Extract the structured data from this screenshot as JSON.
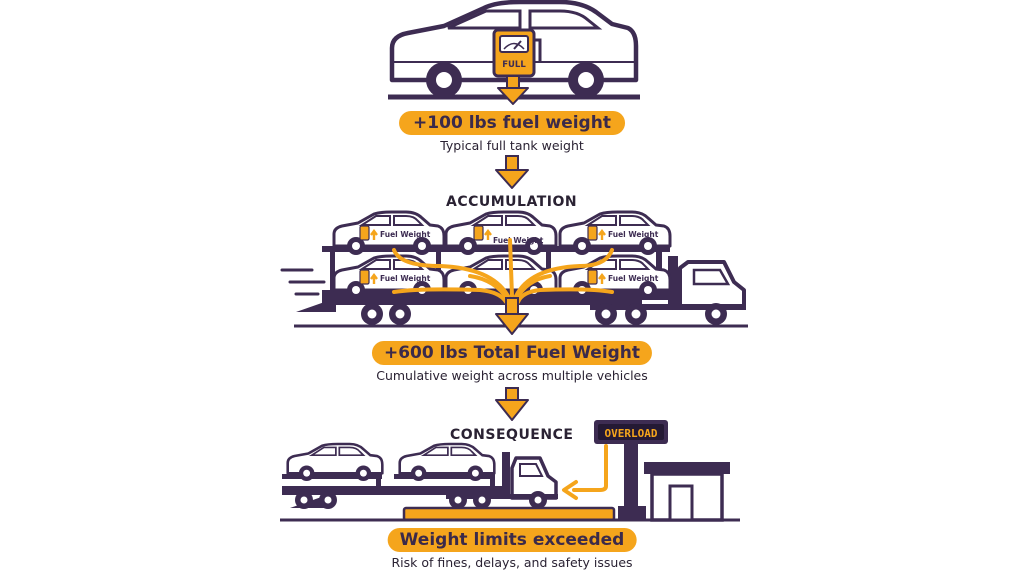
{
  "top": {
    "gauge_label": "FULL",
    "headline": "+100 lbs fuel weight",
    "caption": "Typical full tank weight"
  },
  "accumulation": {
    "heading": "ACCUMULATION",
    "car_badge": "Fuel Weight",
    "headline": "+600 lbs Total Fuel Weight",
    "caption": "Cumulative weight across multiple vehicles"
  },
  "consequence": {
    "heading": "CONSEQUENCE",
    "sign_text": "OVERLOAD",
    "headline": "Weight limits exceeded",
    "caption": "Risk of fines, delays, and safety issues"
  },
  "colors": {
    "ink": "#3d2c52",
    "accent": "#f5a51c",
    "sign_text": "#f5a51c",
    "text": "#2a2233"
  }
}
